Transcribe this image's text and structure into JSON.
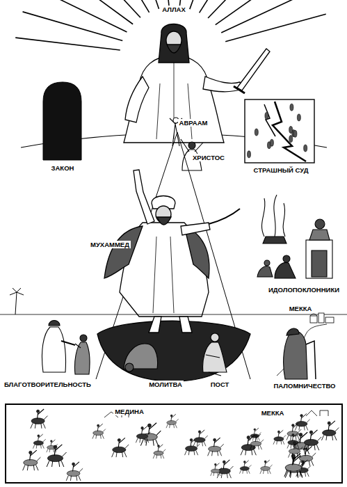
{
  "diagram": {
    "labels": [
      "АЛЛАХ",
      "ЗАКОН",
      "АВРААМ",
      "СТРАШНЫЙ СУД",
      "ХРИСТОС",
      "МУХАММЕД",
      "ИДОЛОПОКЛОННИКИ",
      "МЕККА",
      "БЛАГОТВОРИТЕЛЬНОСТЬ",
      "МОЛИТВА",
      "ПОСТ",
      "ПАЛОМНИЧЕСТВО",
      "МЕДИНА",
      "МЕККА"
    ]
  }
}
